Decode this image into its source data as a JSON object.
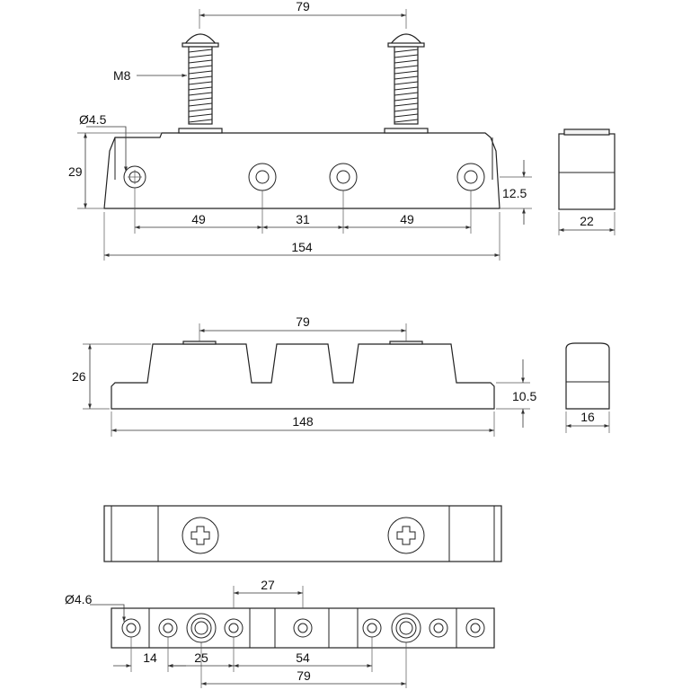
{
  "views": {
    "front": {
      "screw_spacing": "79",
      "thread": "M8",
      "hole_dia": "Ø4.5",
      "height": "29",
      "hole_height": "12.5",
      "spacing_left": "49",
      "spacing_mid": "31",
      "spacing_right": "49",
      "overall_length": "154"
    },
    "side_top": {
      "width": "22"
    },
    "middle": {
      "post_spacing": "79",
      "height": "26",
      "base_height": "10.5",
      "length": "148"
    },
    "side_middle": {
      "width": "16"
    },
    "bottom": {
      "spacing_27": "27",
      "hole_dia": "Ø4.6",
      "dim_14": "14",
      "dim_25": "25",
      "dim_54": "54",
      "dim_79": "79"
    }
  }
}
